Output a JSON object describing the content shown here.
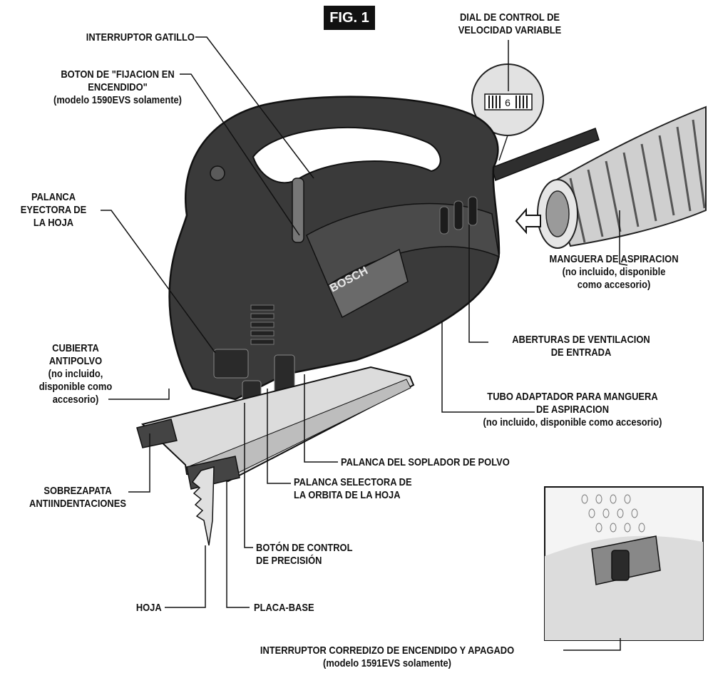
{
  "figure_label": "FIG. 1",
  "brand": "BOSCH",
  "dial_value": "6",
  "colors": {
    "tool_body": "#3a3a3a",
    "tool_highlight": "#6a6a6a",
    "line": "#111111",
    "background": "#ffffff"
  },
  "labels": {
    "trigger_switch": "INTERRUPTOR GATILLO",
    "lock_on_button": [
      "BOTON DE \"FIJACION EN",
      "ENCENDIDO\"",
      "(modelo 1590EVS solamente)"
    ],
    "speed_dial": [
      "DIAL DE CONTROL DE",
      "VELOCIDAD VARIABLE"
    ],
    "blade_ejector": [
      "PALANCA",
      "EYECTORA DE",
      "LA HOJA"
    ],
    "vacuum_hose": [
      "MANGUERA DE ASPIRACION",
      "(no incluido, disponible",
      "como accesorio)"
    ],
    "air_vents": [
      "ABERTURAS DE VENTILACION",
      "DE ENTRADA"
    ],
    "hose_adapter": [
      "TUBO ADAPTADOR PARA MANGUERA",
      "DE ASPIRACION",
      "(no incluido, disponible  como accesorio)"
    ],
    "dust_cover": [
      "CUBIERTA",
      "ANTIPOLVO",
      "(no incluido,",
      "disponible  como",
      "accesorio)"
    ],
    "dust_blower": "PALANCA DEL SOPLADOR DE POLVO",
    "orbit_selector": [
      "PALANCA SELECTORA DE",
      "LA ORBITA DE LA HOJA"
    ],
    "anti_splinter": [
      "SOBREZAPATA",
      "ANTIINDENTACIONES"
    ],
    "precision_button": [
      "BOTÓN DE CONTROL",
      "DE PRECISIÓN"
    ],
    "blade": "HOJA",
    "base_plate": "PLACA-BASE",
    "slide_switch": [
      "INTERRUPTOR CORREDIZO DE ENCENDIDO Y APAGADO",
      "(modelo 1591EVS solamente)"
    ]
  }
}
